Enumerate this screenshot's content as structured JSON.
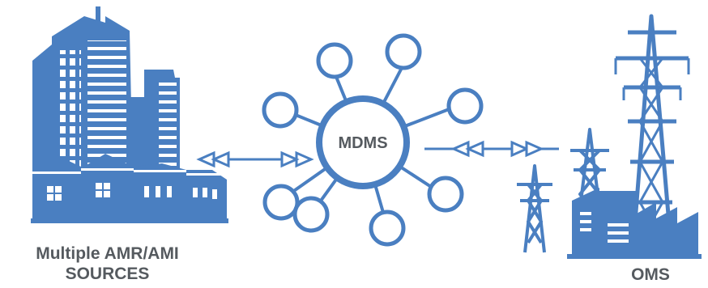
{
  "colors": {
    "primary": "#4a7fc1",
    "label": "#555a5f",
    "background": "#ffffff"
  },
  "hub": {
    "label": "MDMS",
    "satellite_count": 8
  },
  "left": {
    "icon": "buildings-icon",
    "label_line1": "Multiple AMR/AMI",
    "label_line2": "SOURCES"
  },
  "right": {
    "icon": "power-towers-icon",
    "label": "OMS"
  },
  "connectors": [
    {
      "name": "left-connector",
      "icon": "bidirectional-arrow-icon"
    },
    {
      "name": "right-connector",
      "icon": "bidirectional-arrow-icon"
    }
  ]
}
